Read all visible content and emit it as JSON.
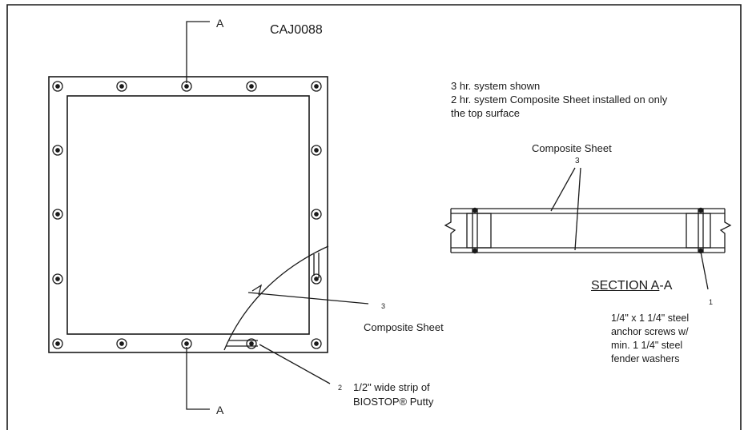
{
  "drawing_id": "CAJ0088",
  "section_cut_label": "A",
  "notes": {
    "line1": "3 hr. system shown",
    "line2": "2 hr. system Composite Sheet installed on only",
    "line3": "the top surface"
  },
  "section": {
    "title_part1": "SECTION A",
    "title_part2": "-A",
    "material_label": "Composite Sheet",
    "material_number": "3"
  },
  "callouts": [
    {
      "number": "3",
      "lines": [
        "Composite Sheet"
      ]
    },
    {
      "number": "2",
      "lines": [
        "1/2\" wide strip of",
        "BIOSTOP® Putty"
      ]
    },
    {
      "number": "1",
      "lines": [
        "1/4\" x 1 1/4\" steel",
        "anchor screws w/",
        "min. 1 1/4\" steel",
        "fender washers"
      ]
    }
  ],
  "colors": {
    "line": "#1a1a1a",
    "background": "#ffffff"
  }
}
